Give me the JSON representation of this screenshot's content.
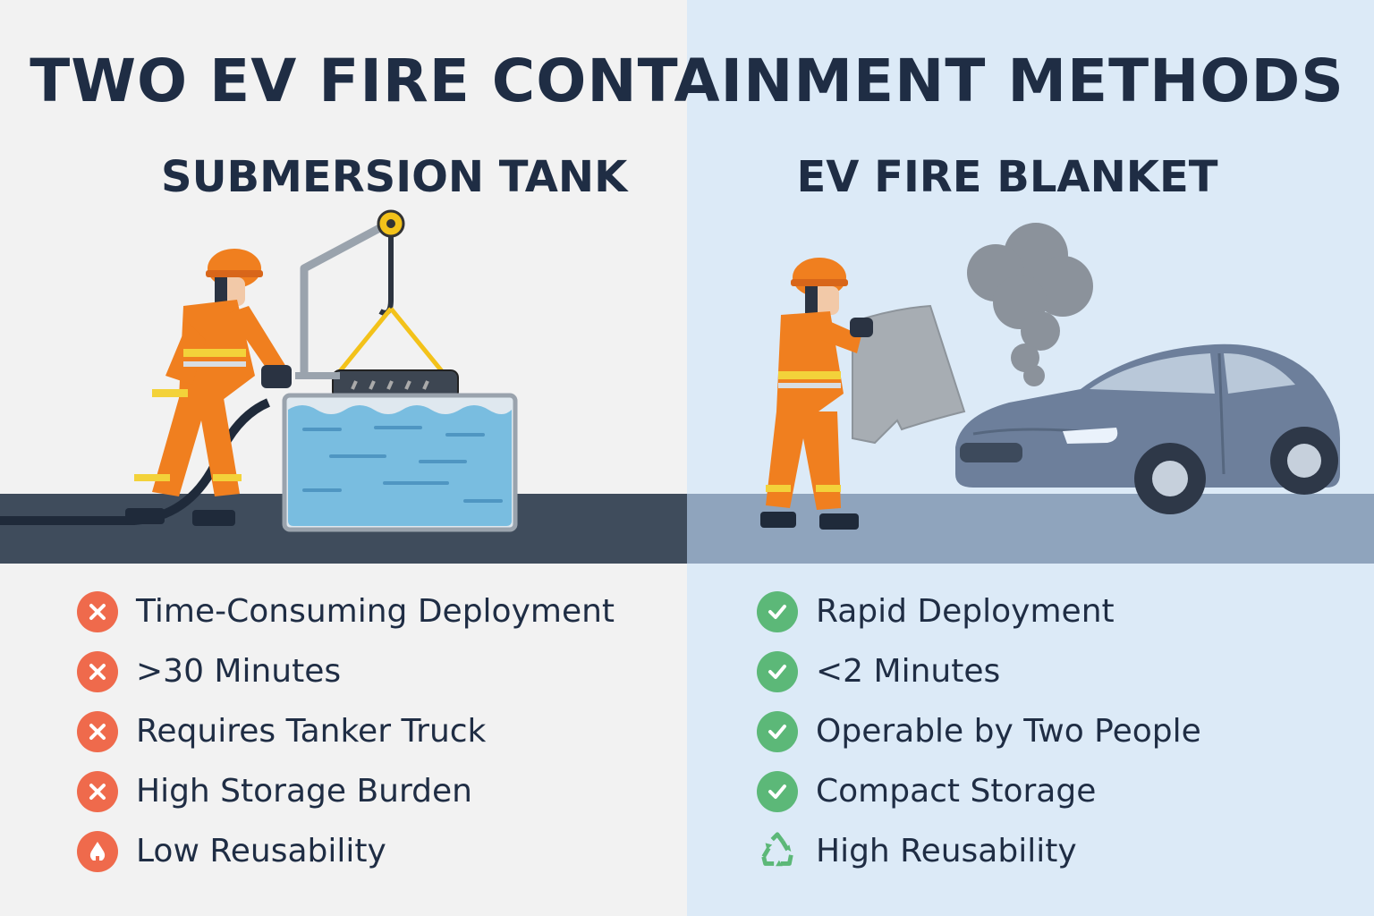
{
  "title": "TWO EV FIRE CONTAINMENT METHODS",
  "left": {
    "heading": "SUBMERSION TANK",
    "items": [
      {
        "icon": "x-circle-icon",
        "text": "Time-Consuming Deployment"
      },
      {
        "icon": "x-circle-icon",
        "text": ">30 Minutes"
      },
      {
        "icon": "x-circle-icon",
        "text": "Requires Tanker Truck"
      },
      {
        "icon": "x-circle-icon",
        "text": "High Storage Burden"
      },
      {
        "icon": "flame-icon",
        "text": "Low Reusability"
      }
    ]
  },
  "right": {
    "heading": "EV FIRE BLANKET",
    "items": [
      {
        "icon": "check-circle-icon",
        "text": "Rapid Deployment"
      },
      {
        "icon": "check-circle-icon",
        "text": "<2 Minutes"
      },
      {
        "icon": "check-circle-icon",
        "text": "Operable by Two People"
      },
      {
        "icon": "check-circle-icon",
        "text": "Compact Storage"
      },
      {
        "icon": "recycle-icon",
        "text": "High Reusability"
      }
    ]
  },
  "colors": {
    "left_background": "#f2f2f2",
    "right_background": "#dceaf7",
    "heading_text": "#1f2d44",
    "negative_icon": "#ef6a4c",
    "positive_icon": "#5cb878",
    "water": "#79bde0",
    "firefighter_suit": "#f07f1f",
    "car": "#6d7f9b"
  }
}
